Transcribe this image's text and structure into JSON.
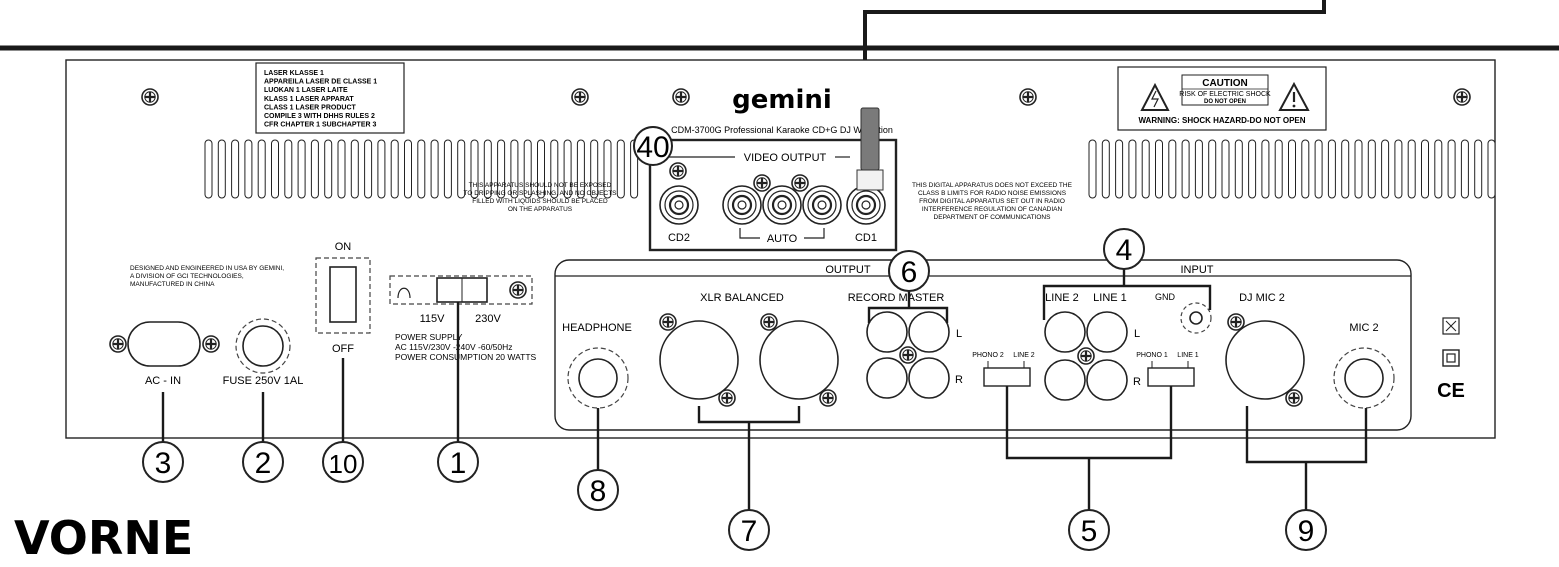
{
  "brand": "VORNE",
  "logo": "gemini",
  "model_line": "CDM-3700G Professional Karaoke CD+G DJ W... dition",
  "laser_label": [
    "LASER KLASSE 1",
    "APPAREILA LASER DE CLASSE 1",
    "LUOKAN 1 LASER LAITE",
    "KLASS 1 LASER APPARAT",
    "CLASS 1 LASER PRODUCT",
    "COMPILE 3 WITH DHHS RULES 2",
    "CFR CHAPTER 1 SUBCHAPTER 3"
  ],
  "caution": {
    "title": "CAUTION",
    "line1": "RISK OF ELECTRIC SHOCK",
    "line2": "DO NOT OPEN",
    "warning": "WARNING: SHOCK HAZARD-DO NOT OPEN"
  },
  "notice_left": [
    "THIS APPARATUS SHOULD NOT BE EXPOSED",
    "TO DRIPPING OR SPLASHING, AND NO OBJECTS",
    "FILLED WITH LIQUIDS SHOULD BE PLACED",
    "ON THE APPARATUS"
  ],
  "notice_right": [
    "THIS DIGITAL APPARATUS DOES NOT EXCEED THE",
    "CLASS B LIMITS FOR RADIO NOISE EMISSIONS",
    "FROM DIGITAL APPARATUS SET OUT IN RADIO",
    "INTERFERENCE REGULATION OF CANADIAN",
    "DEPARTMENT OF COMMUNICATIONS"
  ],
  "designed": [
    "DESIGNED AND ENGINEERED IN USA BY GEMINI,",
    "A DIVISION OF GCI TECHNOLOGIES,",
    "MANUFACTURED IN CHINA"
  ],
  "video": {
    "title": "VIDEO OUTPUT",
    "cd2": "CD2",
    "auto": "AUTO",
    "cd1": "CD1"
  },
  "power": {
    "on": "ON",
    "off": "OFF",
    "v115": "115V",
    "v230": "230V",
    "supply": [
      "POWER SUPPLY",
      "AC 115V/230V -240V -60/50Hz",
      "POWER CONSUMPTION 20 WATTS"
    ],
    "ac_in": "AC - IN",
    "fuse": "FUSE 250V 1AL"
  },
  "panel": {
    "output": "OUTPUT",
    "input": "INPUT",
    "headphone": "HEADPHONE",
    "xlr": "XLR BALANCED",
    "record_master": "RECORD MASTER",
    "line2": "LINE 2",
    "line1": "LINE 1",
    "gnd": "GND",
    "L": "L",
    "R": "R",
    "phono2": "PHONO 2",
    "line2_small": "LINE 2",
    "phono1": "PHONO 1",
    "line1_small": "LINE 1",
    "dj_mic2": "DJ MIC 2",
    "mic2": "MIC 2"
  },
  "callouts": {
    "c40": "40",
    "c1": "1",
    "c2": "2",
    "c3": "3",
    "c4": "4",
    "c5": "5",
    "c6": "6",
    "c7": "7",
    "c8": "8",
    "c9": "9",
    "c10": "10"
  },
  "cert": {
    "ce": "CE"
  }
}
